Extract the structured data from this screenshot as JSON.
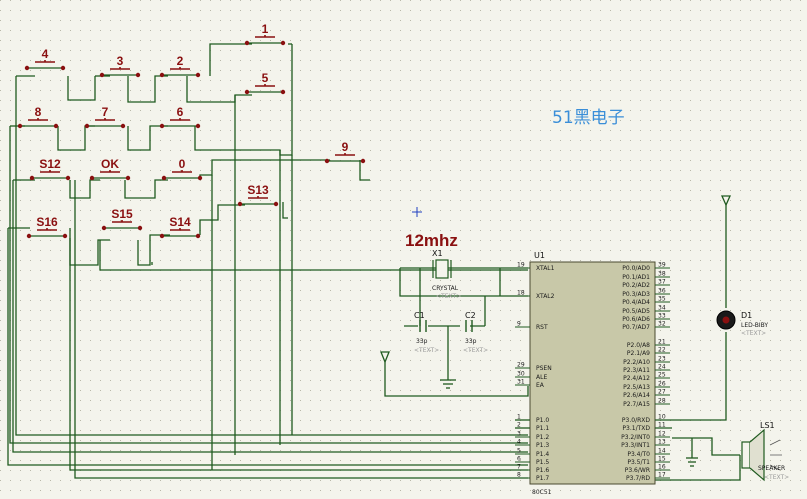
{
  "brand_text": "51黑电子",
  "crystal_freq": "12mhz",
  "mcu": {
    "ref": "U1",
    "part": "80C51",
    "left_pins": [
      {
        "num": "19",
        "name": "XTAL1"
      },
      {
        "num": "18",
        "name": "XTAL2"
      },
      {
        "num": "9",
        "name": "RST"
      },
      {
        "num": "29",
        "name": "PSEN"
      },
      {
        "num": "30",
        "name": "ALE"
      },
      {
        "num": "31",
        "name": "EA"
      },
      {
        "num": "1",
        "name": "P1.0"
      },
      {
        "num": "2",
        "name": "P1.1"
      },
      {
        "num": "3",
        "name": "P1.2"
      },
      {
        "num": "4",
        "name": "P1.3"
      },
      {
        "num": "5",
        "name": "P1.4"
      },
      {
        "num": "6",
        "name": "P1.5"
      },
      {
        "num": "7",
        "name": "P1.6"
      },
      {
        "num": "8",
        "name": "P1.7"
      }
    ],
    "right_pins": [
      {
        "num": "39",
        "name": "P0.0/AD0"
      },
      {
        "num": "38",
        "name": "P0.1/AD1"
      },
      {
        "num": "37",
        "name": "P0.2/AD2"
      },
      {
        "num": "36",
        "name": "P0.3/AD3"
      },
      {
        "num": "35",
        "name": "P0.4/AD4"
      },
      {
        "num": "34",
        "name": "P0.5/AD5"
      },
      {
        "num": "33",
        "name": "P0.6/AD6"
      },
      {
        "num": "32",
        "name": "P0.7/AD7"
      },
      {
        "num": "21",
        "name": "P2.0/A8"
      },
      {
        "num": "22",
        "name": "P2.1/A9"
      },
      {
        "num": "23",
        "name": "P2.2/A10"
      },
      {
        "num": "24",
        "name": "P2.3/A11"
      },
      {
        "num": "25",
        "name": "P2.4/A12"
      },
      {
        "num": "26",
        "name": "P2.5/A13"
      },
      {
        "num": "27",
        "name": "P2.6/A14"
      },
      {
        "num": "28",
        "name": "P2.7/A15"
      },
      {
        "num": "10",
        "name": "P3.0/RXD"
      },
      {
        "num": "11",
        "name": "P3.1/TXD"
      },
      {
        "num": "12",
        "name": "P3.2/INT0"
      },
      {
        "num": "13",
        "name": "P3.3/INT1"
      },
      {
        "num": "14",
        "name": "P3.4/T0"
      },
      {
        "num": "15",
        "name": "P3.5/T1"
      },
      {
        "num": "16",
        "name": "P3.6/WR"
      },
      {
        "num": "17",
        "name": "P3.7/RD"
      }
    ]
  },
  "crystal": {
    "ref": "X1",
    "value": "CRYSTAL",
    "text": "<TEXT>"
  },
  "capacitors": [
    {
      "ref": "C1",
      "value": "33p",
      "text": "<TEXT>"
    },
    {
      "ref": "C2",
      "value": "33p",
      "text": "<TEXT>"
    }
  ],
  "led": {
    "ref": "D1",
    "value": "LED-BIBY",
    "text": "<TEXT>"
  },
  "speaker": {
    "ref": "LS1",
    "value": "SPEAKER",
    "text": "<TEXT>"
  },
  "buttons": [
    "1",
    "2",
    "3",
    "4",
    "5",
    "6",
    "7",
    "8",
    "9",
    "0",
    "OK",
    "S12",
    "S13",
    "S14",
    "S15",
    "S16"
  ]
}
